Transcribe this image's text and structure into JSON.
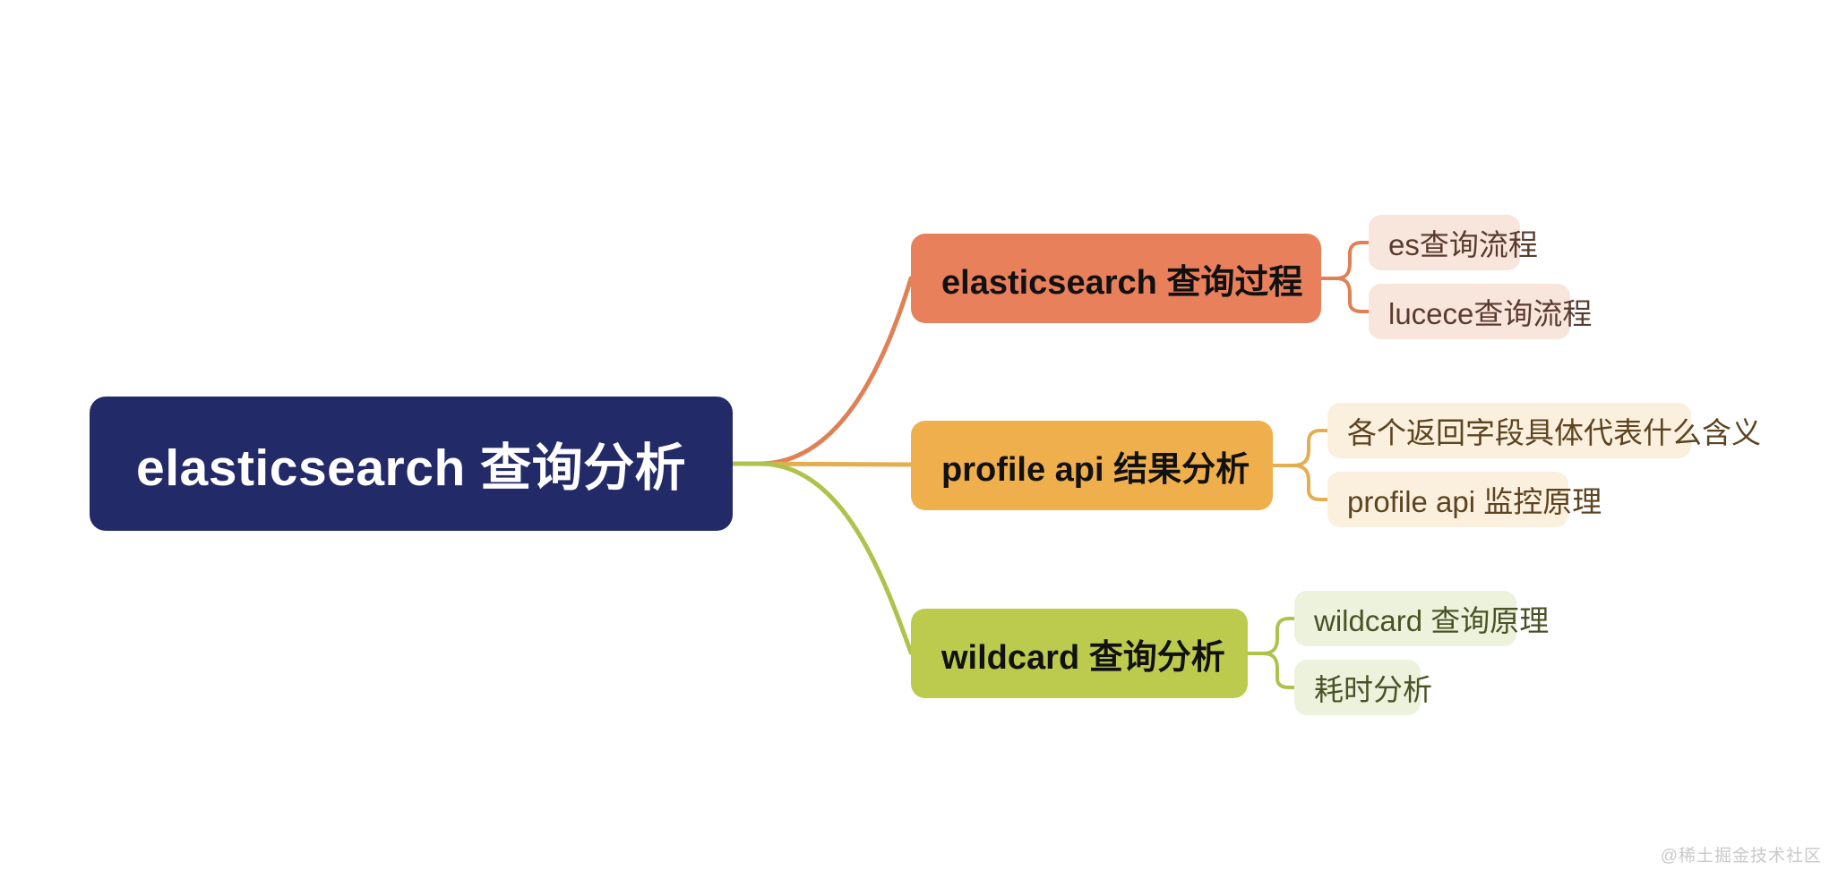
{
  "diagram": {
    "type": "mindmap",
    "orientation": "left-to-right",
    "background": "#ffffff",
    "root": {
      "label": "elasticsearch 查询分析",
      "color": "#232A68",
      "text_color": "#ffffff"
    },
    "branches": [
      {
        "label": "elasticsearch 查询过程",
        "color": "#E8805C",
        "text_color": "#111111",
        "link_color": "#E08055",
        "leaf_bg": "#F8E5DC",
        "leaf_text": "#5A3B2F",
        "children": [
          {
            "label": "es查询流程"
          },
          {
            "label": "lucece查询流程"
          }
        ]
      },
      {
        "label": "profile api 结果分析",
        "color": "#EFAF4C",
        "text_color": "#111111",
        "link_color": "#E4AE4F",
        "leaf_bg": "#FBF0DE",
        "leaf_text": "#5C4420",
        "children": [
          {
            "label": "各个返回字段具体代表什么含义"
          },
          {
            "label": "profile api 监控原理"
          }
        ]
      },
      {
        "label": "wildcard 查询分析",
        "color": "#BCCB4D",
        "text_color": "#111111",
        "link_color": "#AFC24B",
        "leaf_bg": "#EDF2DC",
        "leaf_text": "#4A5226",
        "children": [
          {
            "label": "wildcard 查询原理"
          },
          {
            "label": "耗时分析"
          }
        ]
      }
    ]
  },
  "watermark": {
    "text": "@稀土掘金技术社区"
  }
}
